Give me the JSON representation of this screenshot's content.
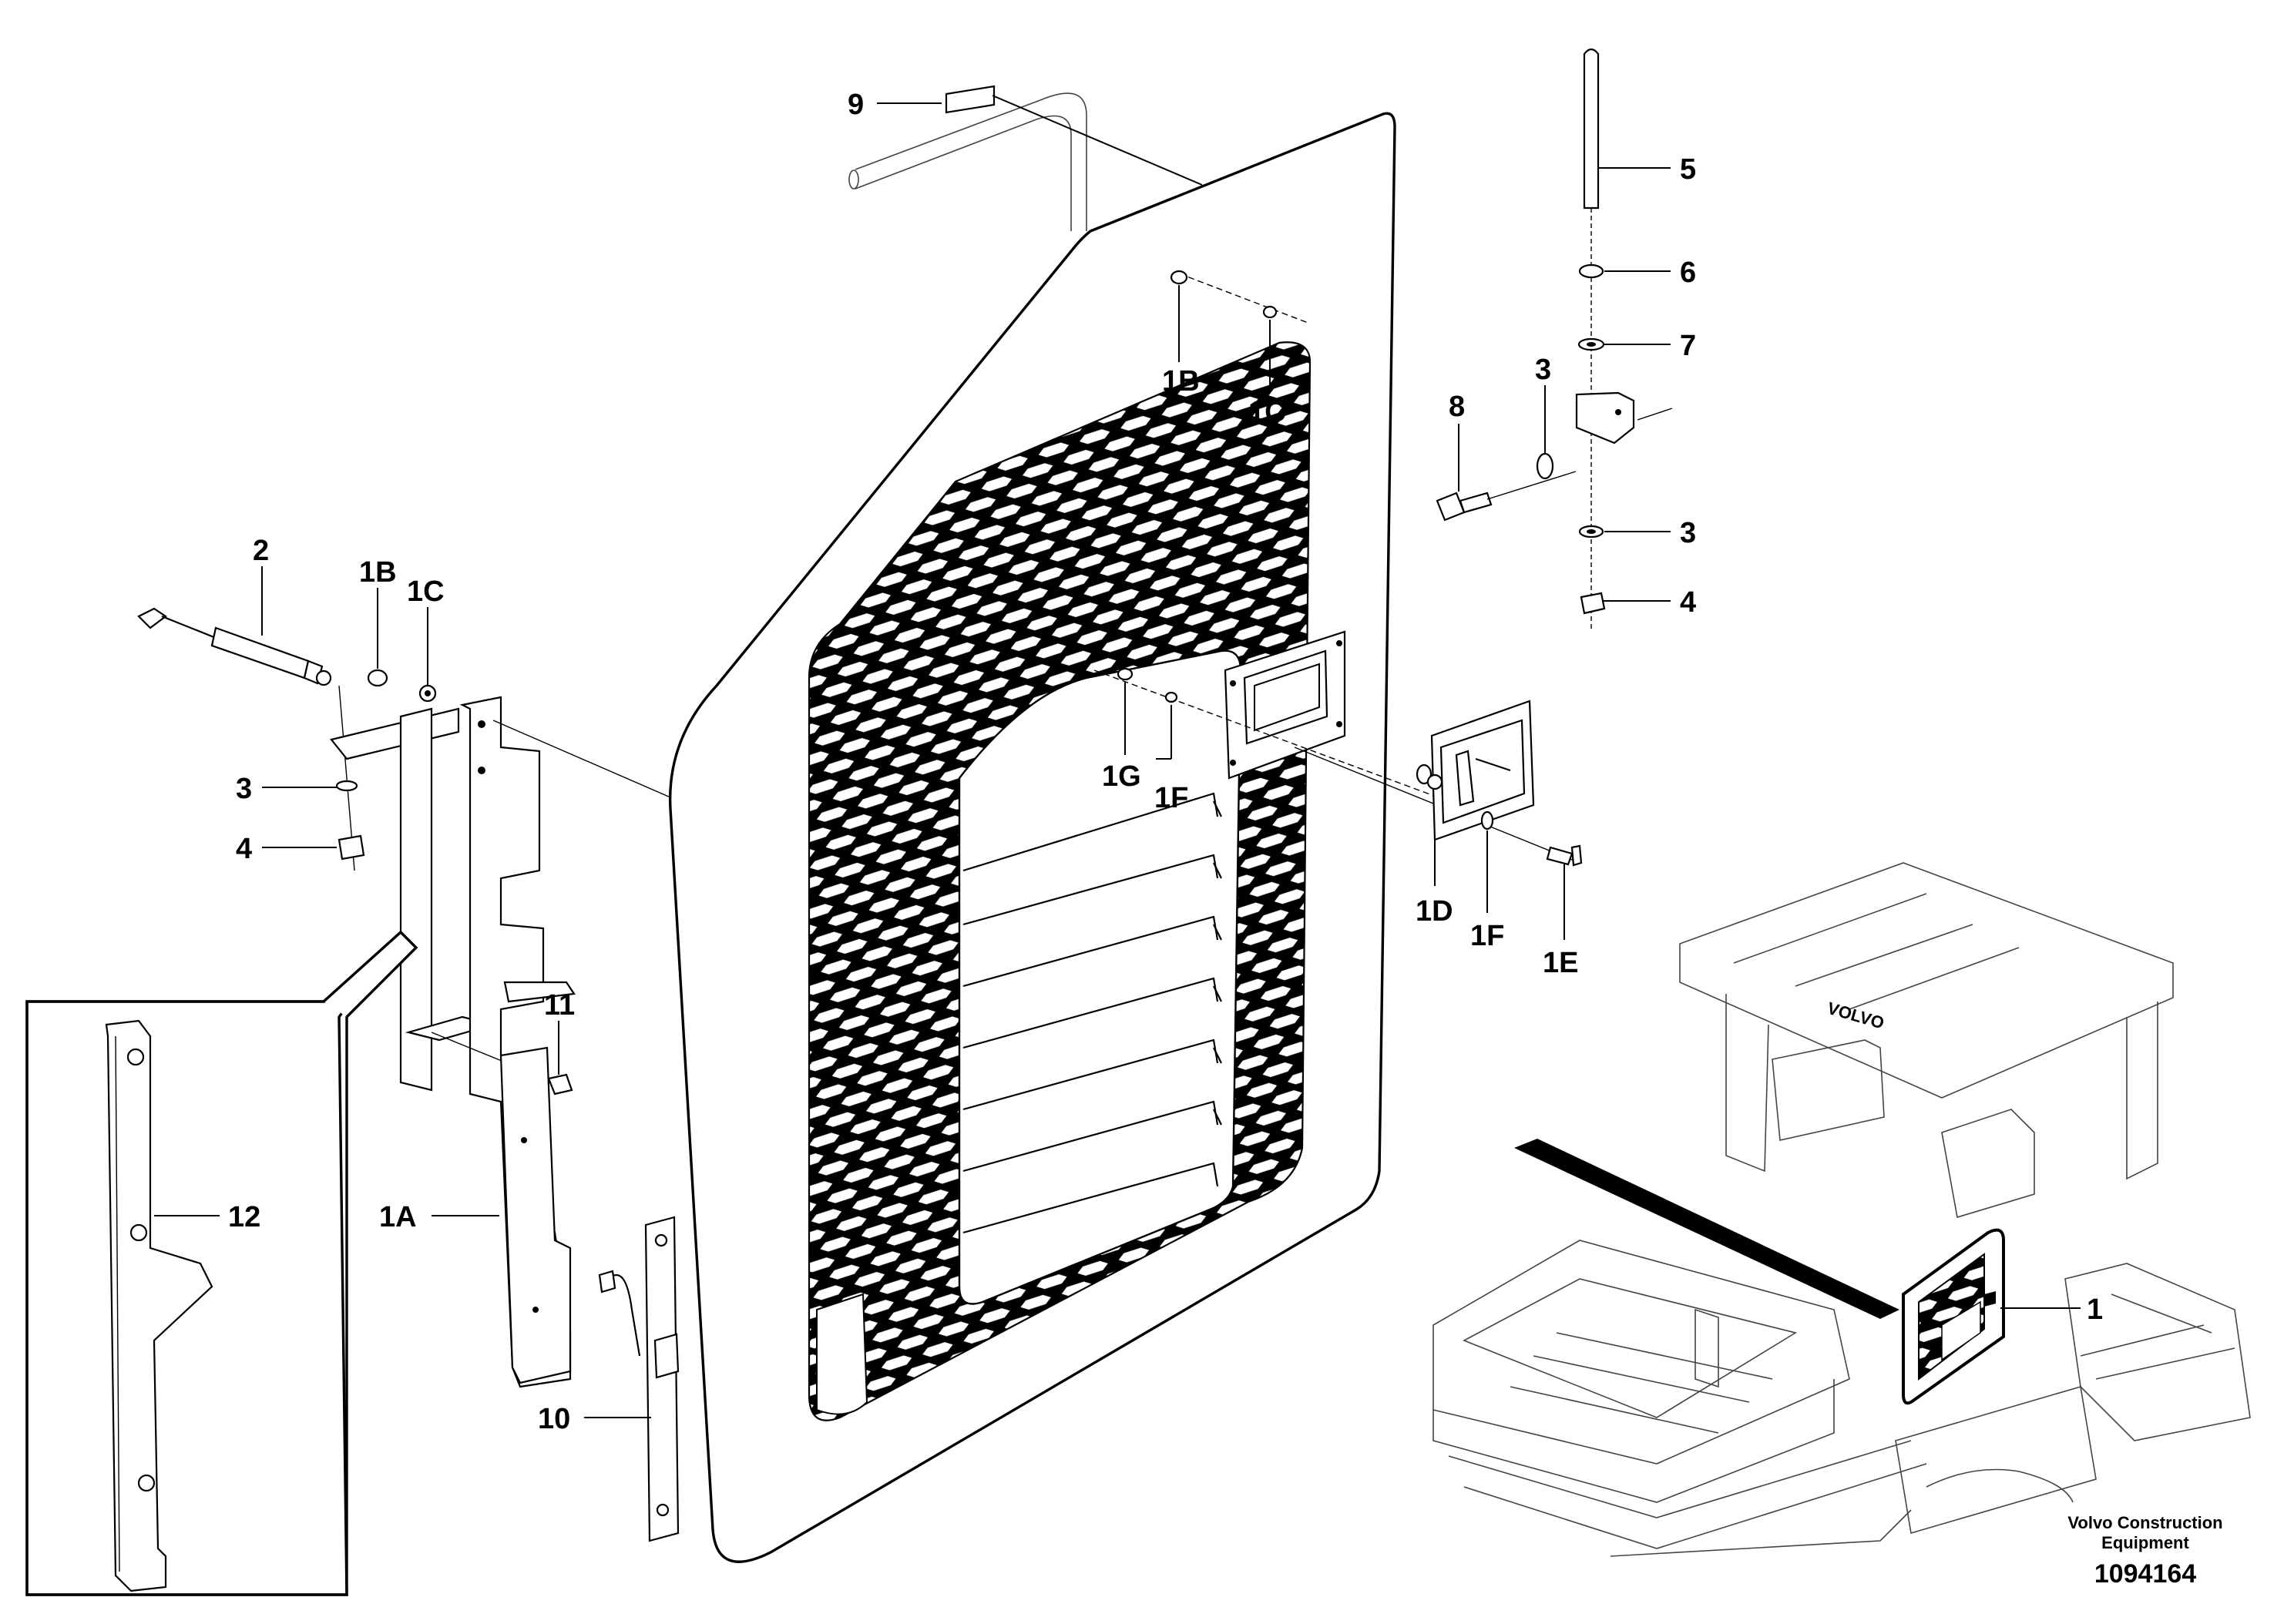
{
  "diagram": {
    "callouts": {
      "c9": "9",
      "c5": "5",
      "c6": "6",
      "c7": "7",
      "c8": "8",
      "c3_top": "3",
      "c3_right": "3",
      "c4_right": "4",
      "c1B_top": "1B",
      "c1C_top": "1C",
      "c2": "2",
      "c1B_left": "1B",
      "c1C_left": "1C",
      "c3_left": "3",
      "c4_left": "4",
      "c1G": "1G",
      "c1F_mid": "1F",
      "c1D": "1D",
      "c1F_right": "1F",
      "c1E": "1E",
      "c11": "11",
      "c12": "12",
      "c1A": "1A",
      "c10": "10",
      "c1_machine": "1"
    },
    "credit_line1": "Volvo Construction",
    "credit_line2": "Equipment",
    "document_number": "1094164",
    "machine_brand_mark": "VOLVO"
  }
}
